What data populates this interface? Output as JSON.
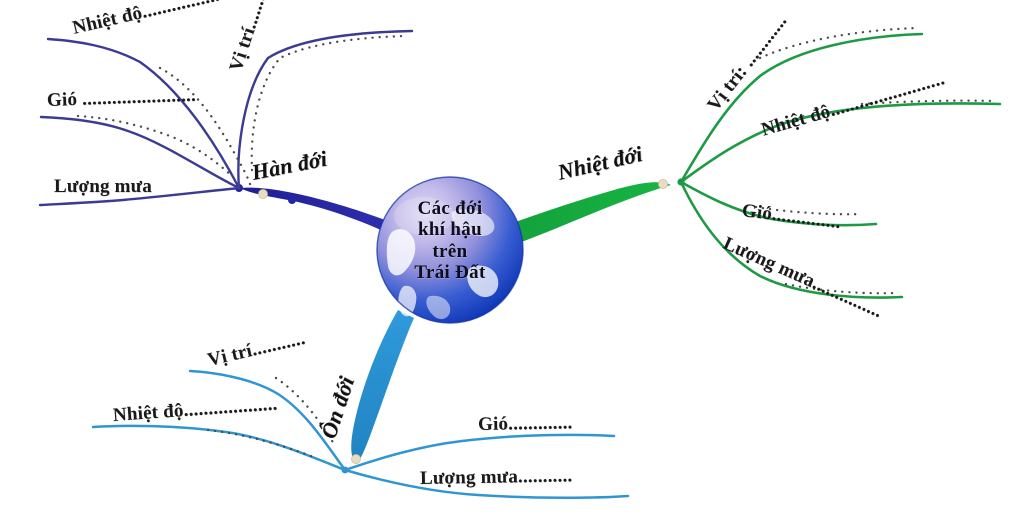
{
  "diagram": {
    "type": "mind-map",
    "title": "Các đới khí hậu trên Trái Đất",
    "background": "#ffffff",
    "center": {
      "label_lines": [
        "Các đới",
        "khí hậu",
        "trên",
        "Trái Đất"
      ],
      "icon": "earth-globe-icon",
      "colors": {
        "globe_light": "#cfc7ee",
        "globe_mid": "#5b63c8",
        "globe_deep": "#1446c8",
        "globe_edge": "#0c2ea8",
        "land": "#ffffff"
      }
    },
    "branches": [
      {
        "id": "han-doi",
        "label": "Hàn đới",
        "color": "#2b2b9e",
        "accent": "#3a3ab5",
        "node_color": "#e9dcc0",
        "side": "left",
        "children": [
          {
            "label": "Vị trí",
            "dots": "........"
          },
          {
            "label": "Nhiệt độ",
            "dots": "................"
          },
          {
            "label": "Gió",
            "dots": "......................."
          },
          {
            "label": "Lượng mưa",
            "dots": ""
          }
        ]
      },
      {
        "id": "nhiet-doi",
        "label": "Nhiệt đới",
        "color": "#14a03c",
        "accent": "#0f8c33",
        "node_color": "#e9dcc0",
        "side": "right",
        "children": [
          {
            "label": "Vị trí:",
            "dots": "............"
          },
          {
            "label": "Nhiệt độ",
            "dots": "........................"
          },
          {
            "label": "Gió",
            "dots": ".............."
          },
          {
            "label": "Lượng mưa",
            "dots": "..............."
          }
        ]
      },
      {
        "id": "on-doi",
        "label": "Ôn đới",
        "color": "#2b92cf",
        "accent": "#1f7fb8",
        "node_color": "#e9dcc0",
        "side": "bottom",
        "children": [
          {
            "label": "Vị trí",
            "dots": "..........."
          },
          {
            "label": "Nhiệt độ",
            "dots": "..................."
          },
          {
            "label": "Gió",
            "dots": "............."
          },
          {
            "label": "Lượng mưa",
            "dots": "..........."
          }
        ]
      }
    ]
  }
}
